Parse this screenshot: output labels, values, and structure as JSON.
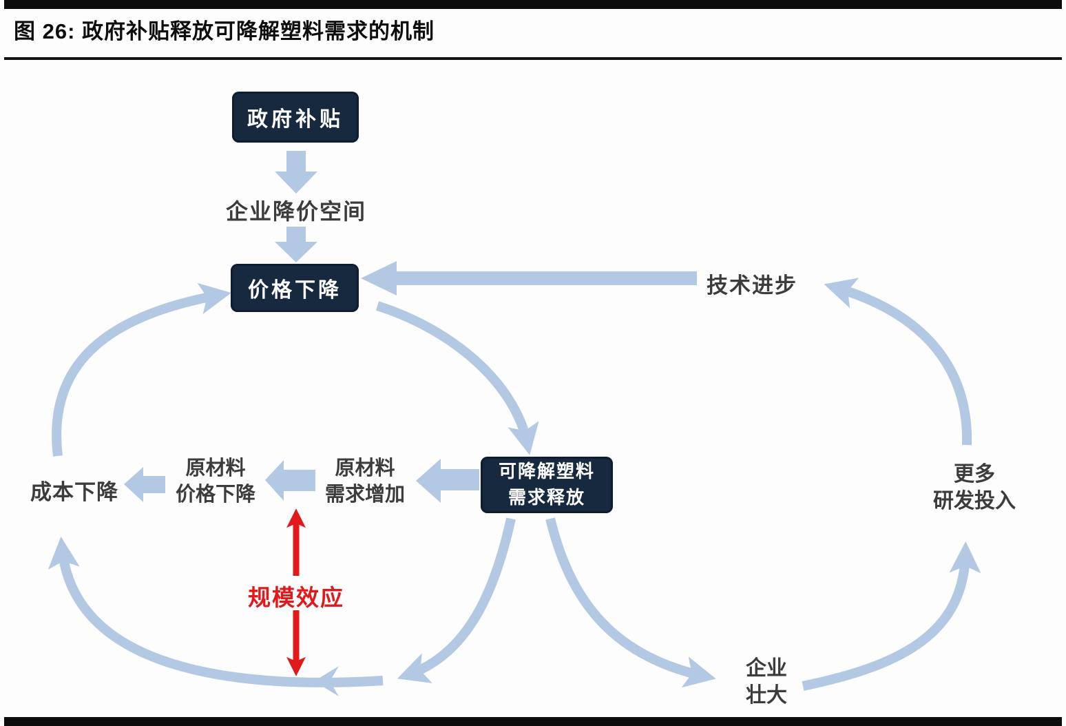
{
  "figure": {
    "title": "图 26: 政府补贴释放可降解塑料需求的机制"
  },
  "diagram": {
    "nodes": {
      "gov_subsidy": {
        "label": "政府补贴"
      },
      "price_cut_space": {
        "label": "企业降价空间"
      },
      "price_drop": {
        "label": "价格下降"
      },
      "tech_progress": {
        "label": "技术进步"
      },
      "demand_release": {
        "label": "可降解塑料\n需求释放"
      },
      "raw_material_demand_up": {
        "label": "原材料\n需求增加"
      },
      "raw_material_price_drop": {
        "label": "原材料\n价格下降"
      },
      "cost_drop": {
        "label": "成本下降"
      },
      "more_rd_investment": {
        "label": "更多\n研发投入"
      },
      "firm_growth": {
        "label": "企业\n壮大"
      }
    },
    "annotation": {
      "scale_effect": {
        "label": "规模效应",
        "color": "#e2191b"
      }
    },
    "edges": [
      {
        "from": "gov_subsidy",
        "to": "price_cut_space"
      },
      {
        "from": "price_cut_space",
        "to": "price_drop"
      },
      {
        "from": "price_drop",
        "to": "demand_release"
      },
      {
        "from": "demand_release",
        "to": "raw_material_demand_up"
      },
      {
        "from": "raw_material_demand_up",
        "to": "raw_material_price_drop"
      },
      {
        "from": "raw_material_price_drop",
        "to": "cost_drop"
      },
      {
        "from": "demand_release",
        "to": "cost_drop"
      },
      {
        "from": "cost_drop",
        "to": "price_drop"
      },
      {
        "from": "demand_release",
        "to": "firm_growth"
      },
      {
        "from": "firm_growth",
        "to": "more_rd_investment"
      },
      {
        "from": "more_rd_investment",
        "to": "tech_progress"
      },
      {
        "from": "tech_progress",
        "to": "price_drop"
      },
      {
        "from": "scale_effect",
        "to": "raw_material_price_drop",
        "style": "red-double-arrow"
      }
    ]
  },
  "colors": {
    "node_box_bg": "#16293f",
    "node_box_text": "#ffffff",
    "arrow_blue": "#b3c8e3",
    "accent_red": "#e2191b",
    "label_text": "#3c3c3c",
    "frame_black": "#0c0c0c"
  }
}
